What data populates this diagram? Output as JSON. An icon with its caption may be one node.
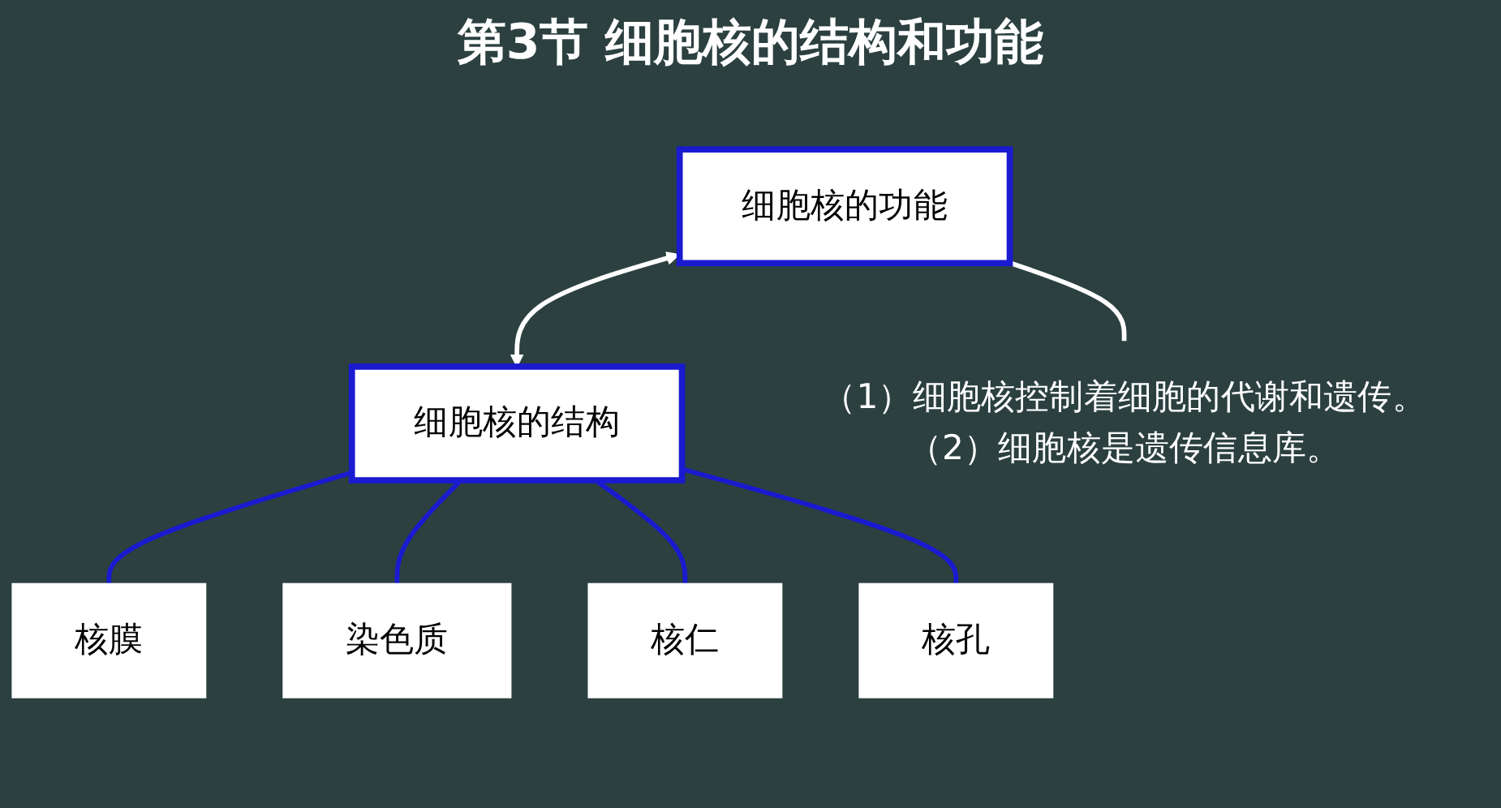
{
  "diagram": {
    "title": "第3节 细胞核的结构和功能",
    "nodes": [
      {
        "text": [
          "细胞核的功能"
        ]
      },
      {
        "text": [
          "细胞核的结构"
        ]
      },
      {
        "text": [
          "（1）细胞核控制着细胞的代谢和遗传。",
          "（2）细胞核是遗传信息库。"
        ]
      },
      {
        "text": [
          "核膜"
        ]
      },
      {
        "text": [
          "染色质"
        ]
      },
      {
        "text": [
          "核仁"
        ]
      },
      {
        "text": [
          "核孔"
        ]
      }
    ],
    "edges": [
      {
        "from": 0,
        "to": 1,
        "arrow": "both",
        "color": "#ffffff"
      },
      {
        "from": 0,
        "to": 2,
        "arrow": "none",
        "color": "#ffffff"
      },
      {
        "from": 1,
        "to": 3,
        "arrow": "none"
      },
      {
        "from": 1,
        "to": 4,
        "arrow": "none"
      },
      {
        "from": 1,
        "to": 5,
        "arrow": "none"
      },
      {
        "from": 1,
        "to": 6,
        "arrow": "none"
      }
    ]
  }
}
